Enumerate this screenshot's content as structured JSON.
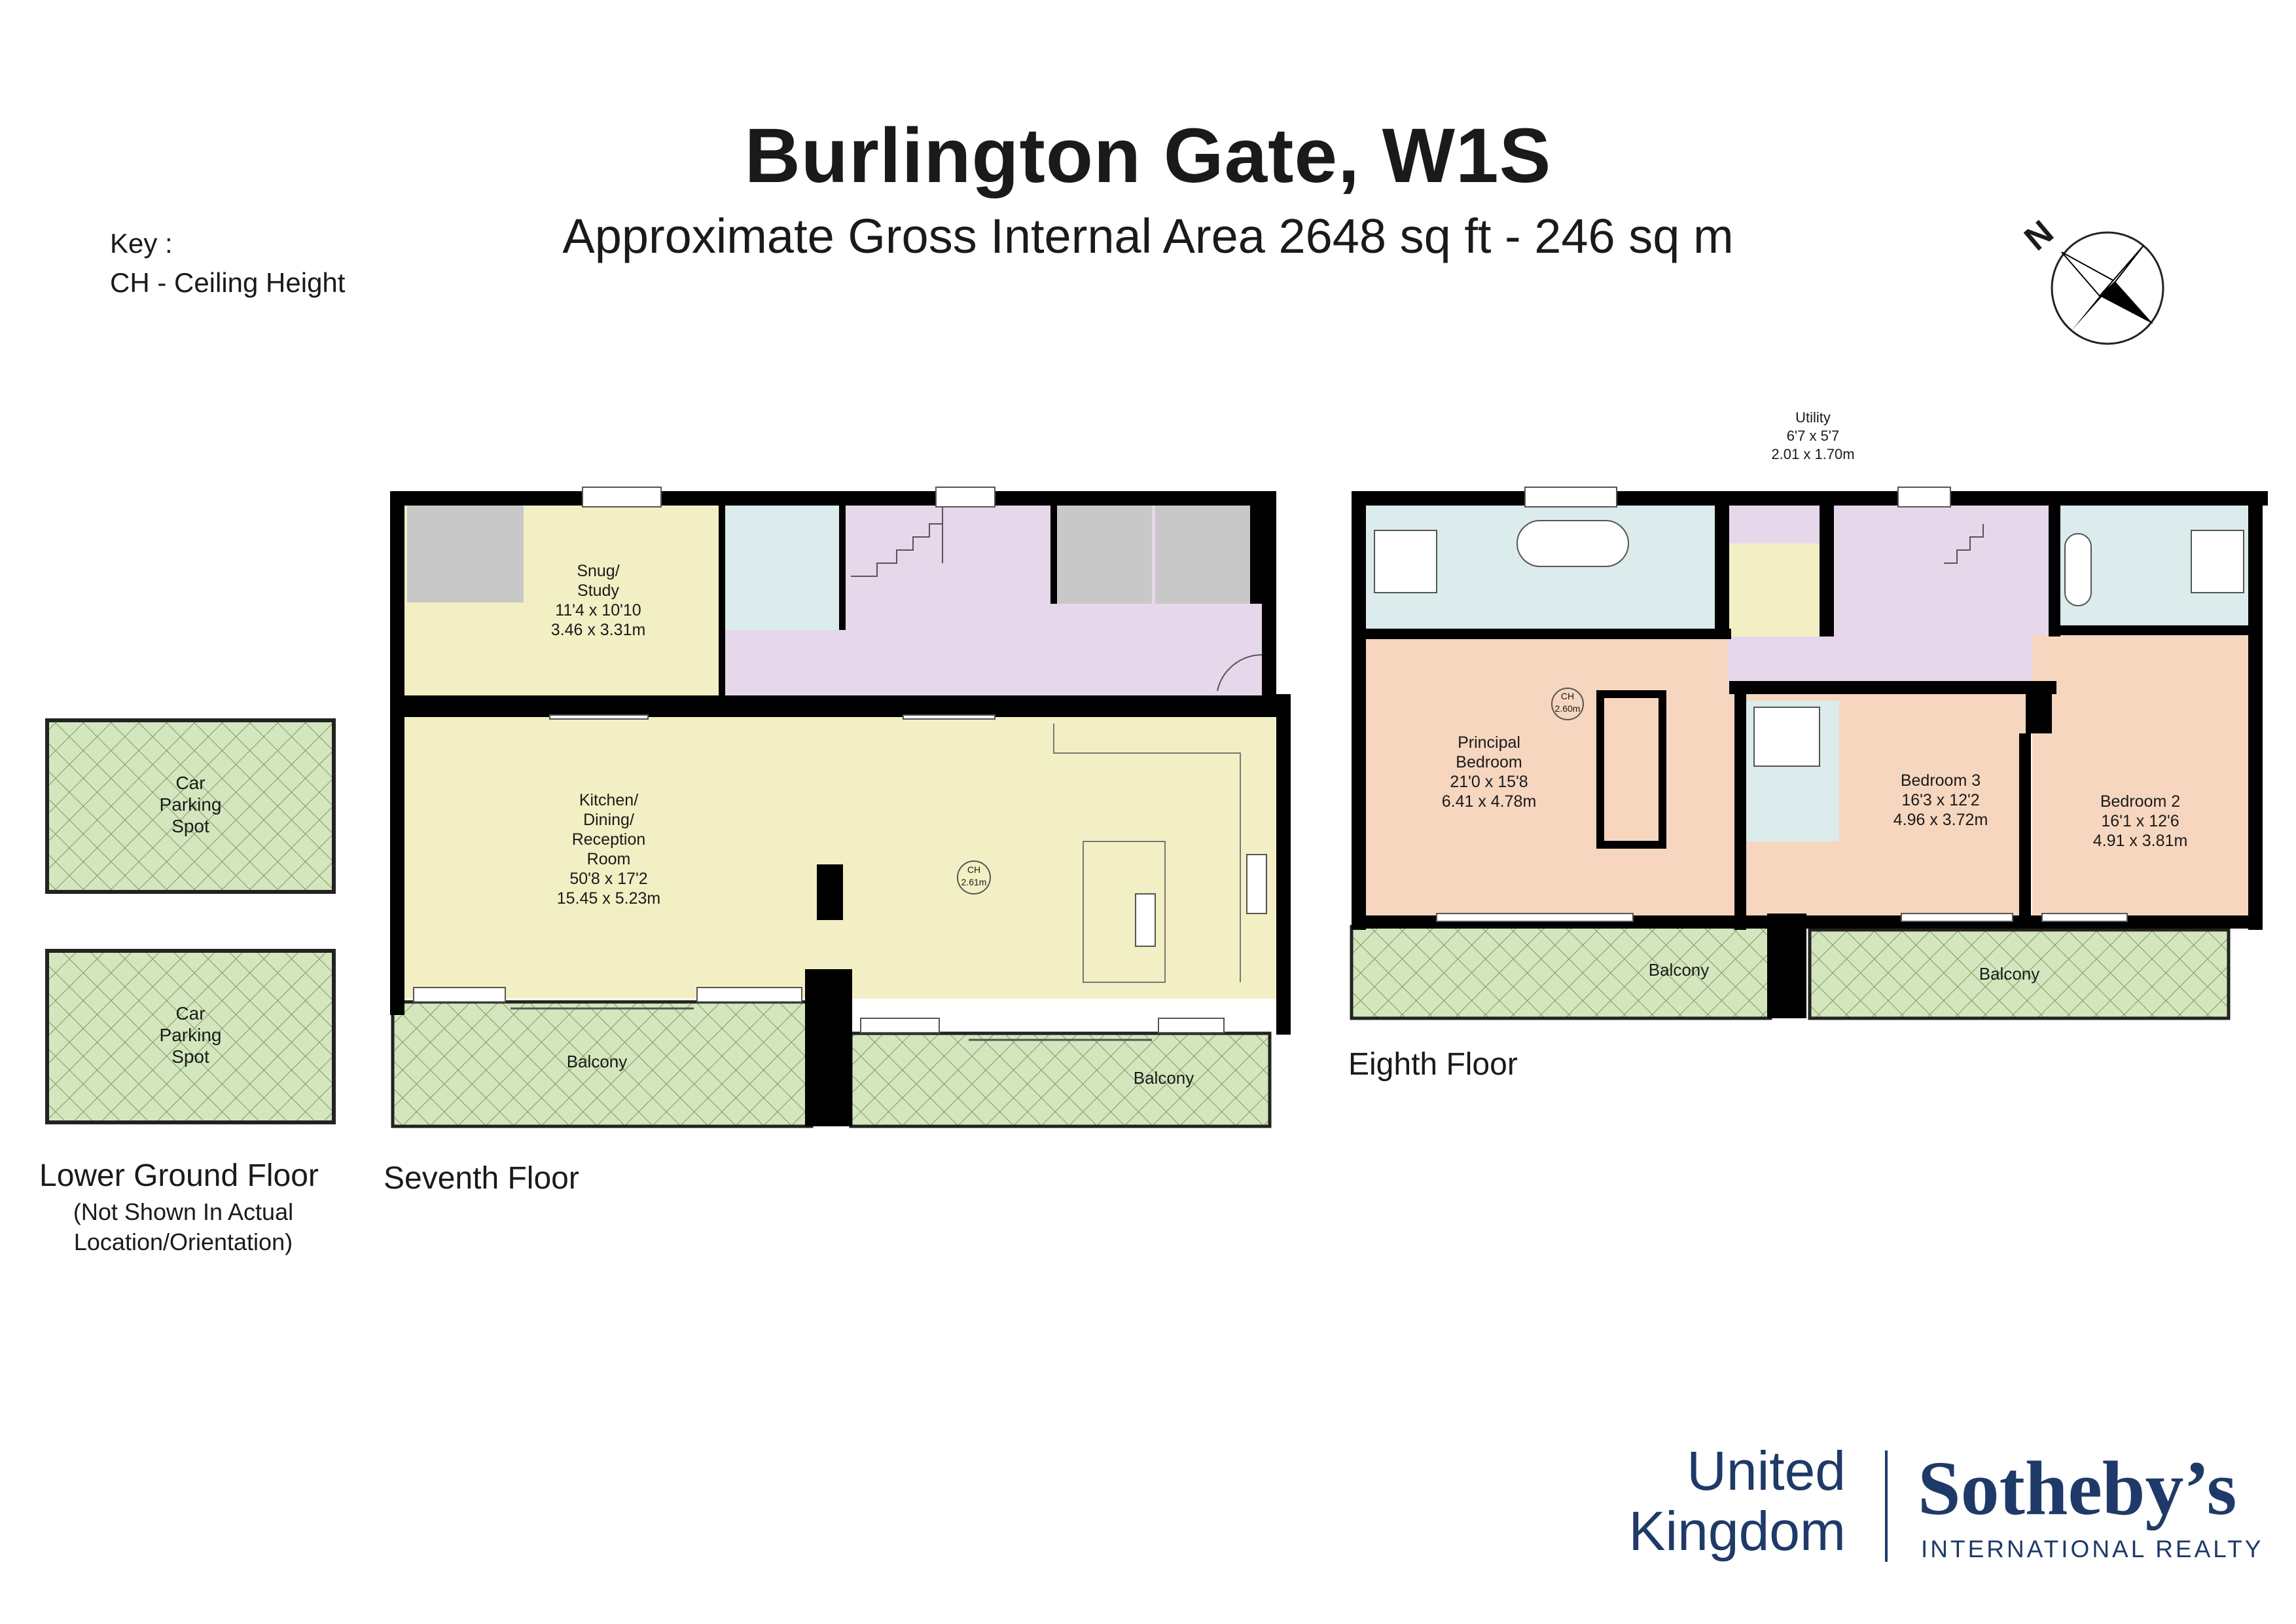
{
  "header": {
    "title": "Burlington Gate, W1S",
    "subtitle": "Approximate Gross Internal Area 2648 sq ft - 246 sq m"
  },
  "key": {
    "heading": "Key :",
    "entry": "CH - Ceiling Height"
  },
  "compass": {
    "label": "N"
  },
  "colors": {
    "wall": "#000000",
    "reception": "#f3efc4",
    "hall": "#e7d7ea",
    "bathroom": "#dcebec",
    "bedroom": "#f6d6bf",
    "balcony": "#d4e6bd",
    "storage": "#c8c8c8",
    "brand": "#1f3a68"
  },
  "lower_ground": {
    "label": "Lower Ground Floor",
    "note_line1": "(Not Shown In Actual",
    "note_line2": "Location/Orientation)",
    "spot1": [
      "Car",
      "Parking",
      "Spot"
    ],
    "spot2": [
      "Car",
      "Parking",
      "Spot"
    ]
  },
  "seventh": {
    "label": "Seventh Floor",
    "snug": [
      "Snug/",
      "Study",
      "11'4 x 10'10",
      "3.46 x 3.31m"
    ],
    "kitchen": [
      "Kitchen/",
      "Dining/",
      "Reception",
      "Room",
      "50'8 x 17'2",
      "15.45 x 5.23m"
    ],
    "ch": [
      "CH",
      "2.61m"
    ],
    "balcony_left": "Balcony",
    "balcony_right": "Balcony"
  },
  "eighth": {
    "label": "Eighth Floor",
    "utility": [
      "Utility",
      "6'7 x 5'7",
      "2.01 x 1.70m"
    ],
    "principal": [
      "Principal",
      "Bedroom",
      "21'0 x 15'8",
      "6.41 x 4.78m"
    ],
    "ch": [
      "CH",
      "2.60m"
    ],
    "bedroom3": [
      "Bedroom 3",
      "16'3 x 12'2",
      "4.96 x 3.72m"
    ],
    "bedroom2": [
      "Bedroom 2",
      "16'1 x 12'6",
      "4.91 x 3.81m"
    ],
    "balcony_left": "Balcony",
    "balcony_right": "Balcony"
  },
  "brand": {
    "uk_line1": "United",
    "uk_line2": "Kingdom",
    "name": "Sotheby’s",
    "tagline": "INTERNATIONAL REALTY"
  }
}
